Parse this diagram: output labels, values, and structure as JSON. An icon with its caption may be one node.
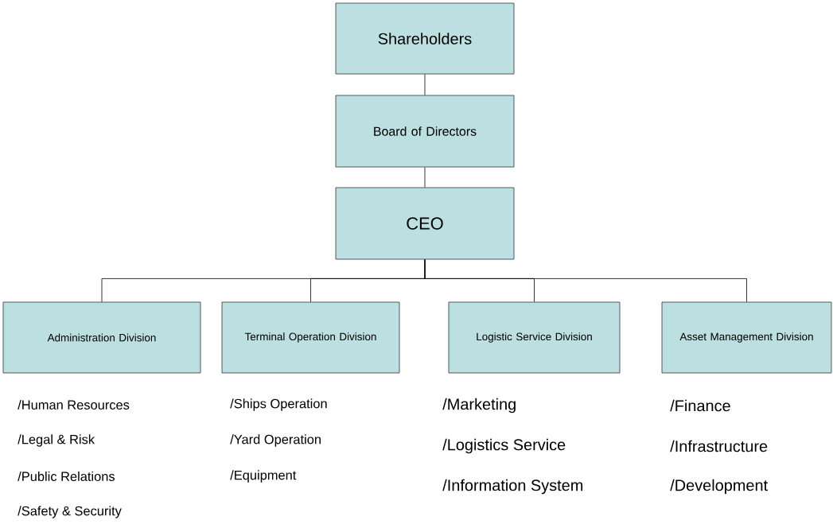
{
  "diagram": {
    "nodes": [
      {
        "text": [
          "Shareholders"
        ]
      },
      {
        "text": [
          "Board of Directors"
        ]
      },
      {
        "text": [
          "CEO"
        ]
      },
      {
        "text": [
          "Administration Division"
        ],
        "beside": [
          "/Human Resources",
          "/Legal & Risk",
          "/Public Relations",
          "/Safety & Security"
        ]
      },
      {
        "text": [
          "Terminal Operation Division"
        ],
        "beside": [
          "/Ships Operation",
          "/Yard Operation",
          "/Equipment"
        ]
      },
      {
        "text": [
          "Logistic Service Division"
        ],
        "beside": [
          "/Marketing",
          "/Logistics Service",
          "/Information System"
        ]
      },
      {
        "text": [
          "Asset Management Division"
        ],
        "beside": [
          "/Finance",
          "/Infrastructure",
          "/Development"
        ]
      }
    ],
    "edges": [
      {
        "from": 0,
        "to": 1,
        "arrow": "none"
      },
      {
        "from": 1,
        "to": 2,
        "arrow": "none"
      },
      {
        "from": 2,
        "to": 3,
        "arrow": "none"
      },
      {
        "from": 2,
        "to": 4,
        "arrow": "none"
      },
      {
        "from": 2,
        "to": 5,
        "arrow": "none"
      },
      {
        "from": 2,
        "to": 6,
        "arrow": "none"
      }
    ]
  }
}
